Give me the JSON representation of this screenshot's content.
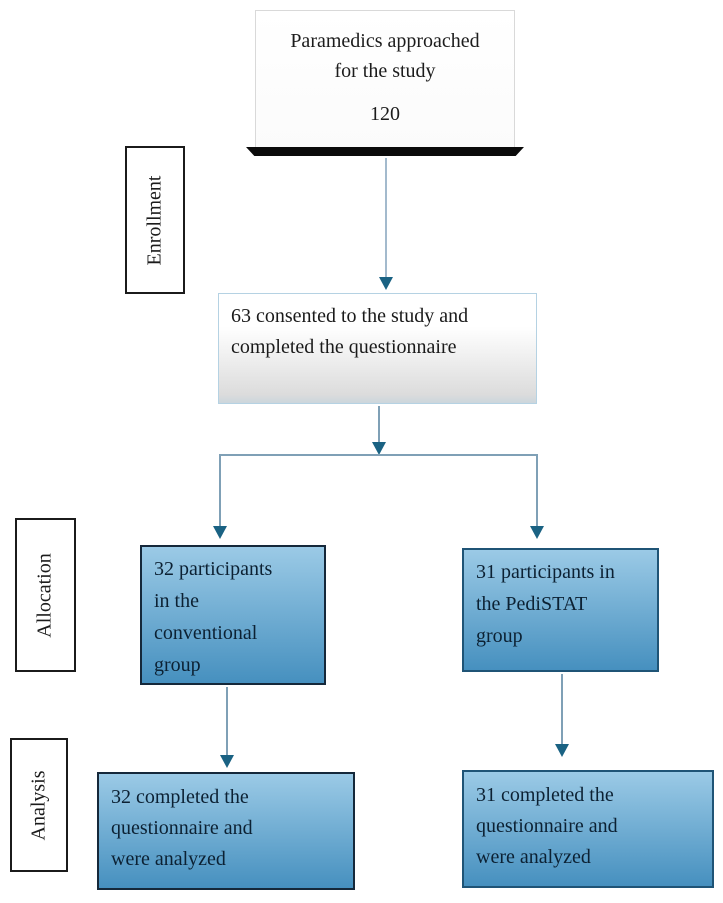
{
  "diagram": {
    "title": "study-flow-diagram",
    "stages": [
      {
        "label": "Enrollment"
      },
      {
        "label": "Allocation"
      },
      {
        "label": "Analysis"
      }
    ],
    "boxes": {
      "approached": {
        "line1": "Paramedics approached",
        "line2": "for the study",
        "count": "120"
      },
      "consented": {
        "text": "63 consented to the study and\ncompleted the questionnaire"
      },
      "conventional": {
        "text": "32 participants\nin the\nconventional\ngroup"
      },
      "pedistat": {
        "text": "31 participants in\nthe PediSTAT\ngroup"
      },
      "conventional_analyzed": {
        "text": "32 completed the\nquestionnaire and\nwere analyzed"
      },
      "pedistat_analyzed": {
        "text": "31 completed the\nquestionnaire and\nwere analyzed"
      }
    }
  },
  "colors": {
    "arrow_line": "#a3bacd",
    "branch_line": "#7fa0b6",
    "arrow_head": "#1a6283",
    "box_blue_top": "#9bcae6",
    "box_blue_bottom": "#4690bf",
    "box_border_dark": "#15283a",
    "box_border_blue": "#1f5476",
    "text_dark": "#0c2133"
  }
}
